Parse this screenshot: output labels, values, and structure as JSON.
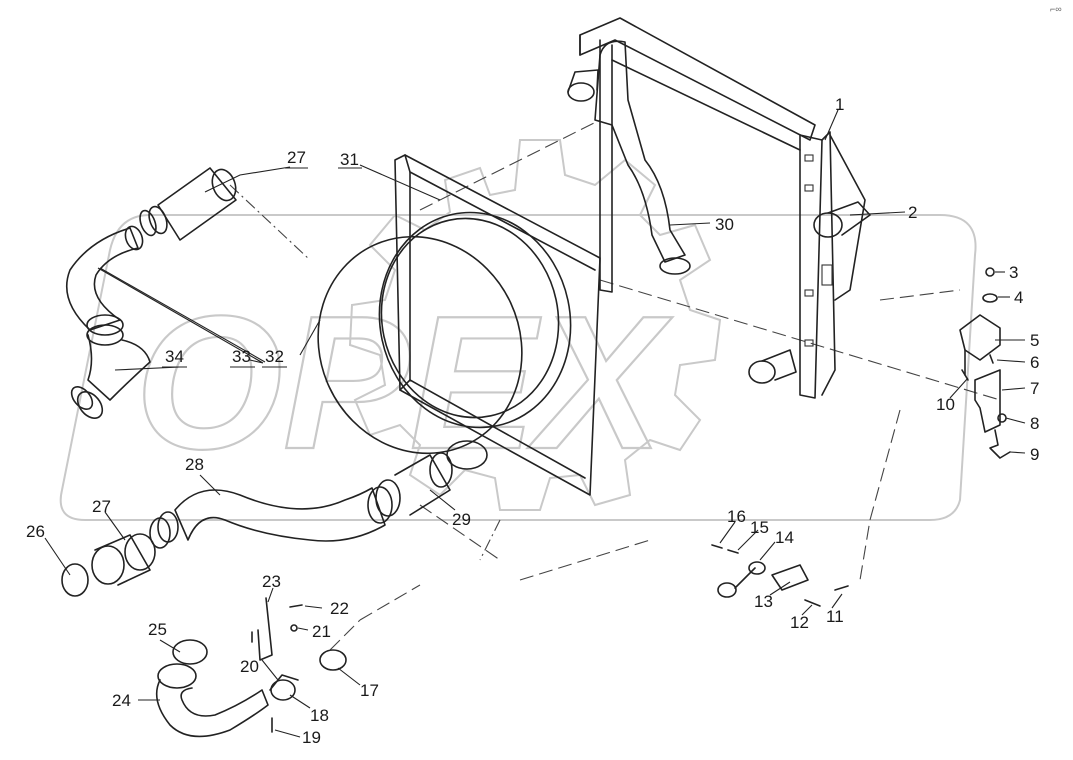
{
  "diagram": {
    "watermark": "OPEX",
    "corner_mark": "⌐∞",
    "callouts": [
      {
        "id": "c1",
        "number": "1"
      },
      {
        "id": "c2",
        "number": "2"
      },
      {
        "id": "c3",
        "number": "3"
      },
      {
        "id": "c4",
        "number": "4"
      },
      {
        "id": "c5",
        "number": "5"
      },
      {
        "id": "c6",
        "number": "6"
      },
      {
        "id": "c7",
        "number": "7"
      },
      {
        "id": "c8",
        "number": "8"
      },
      {
        "id": "c9",
        "number": "9"
      },
      {
        "id": "c10",
        "number": "10"
      },
      {
        "id": "c11",
        "number": "11"
      },
      {
        "id": "c12",
        "number": "12"
      },
      {
        "id": "c13",
        "number": "13"
      },
      {
        "id": "c14",
        "number": "14"
      },
      {
        "id": "c15",
        "number": "15"
      },
      {
        "id": "c16",
        "number": "16"
      },
      {
        "id": "c17",
        "number": "17"
      },
      {
        "id": "c18",
        "number": "18"
      },
      {
        "id": "c19",
        "number": "19"
      },
      {
        "id": "c20",
        "number": "20"
      },
      {
        "id": "c21",
        "number": "21"
      },
      {
        "id": "c22",
        "number": "22"
      },
      {
        "id": "c23",
        "number": "23"
      },
      {
        "id": "c24",
        "number": "24"
      },
      {
        "id": "c25",
        "number": "25"
      },
      {
        "id": "c26",
        "number": "26"
      },
      {
        "id": "c27a",
        "number": "27"
      },
      {
        "id": "c27b",
        "number": "27"
      },
      {
        "id": "c28",
        "number": "28"
      },
      {
        "id": "c29",
        "number": "29"
      },
      {
        "id": "c30",
        "number": "30"
      },
      {
        "id": "c31",
        "number": "31"
      },
      {
        "id": "c32",
        "number": "32"
      },
      {
        "id": "c33",
        "number": "33"
      },
      {
        "id": "c34",
        "number": "34"
      }
    ]
  }
}
